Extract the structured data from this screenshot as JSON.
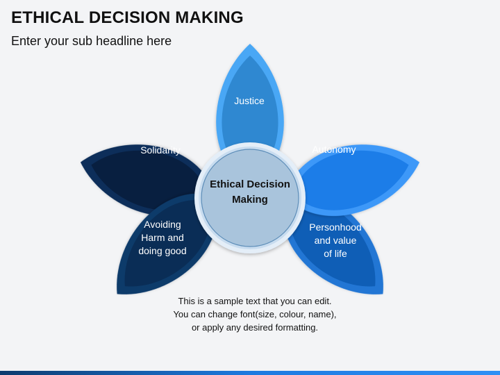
{
  "title": "ETHICAL DECISION MAKING",
  "subtitle": "Enter your sub headline here",
  "center": {
    "lines": [
      "Ethical Decision",
      "Making"
    ],
    "color": "#a9c4dc"
  },
  "petals": [
    {
      "id": "justice",
      "lines": [
        "Justice"
      ],
      "outer": "#4aa7f5",
      "inner": "#2f88d1"
    },
    {
      "id": "autonomy",
      "lines": [
        "Autonomy"
      ],
      "outer": "#3c98f8",
      "inner": "#1c7de8"
    },
    {
      "id": "personhood",
      "lines": [
        "Personhood",
        "and value",
        "of life"
      ],
      "outer": "#2176d4",
      "inner": "#0f5eb6"
    },
    {
      "id": "avoiding-harm",
      "lines": [
        "Avoiding",
        "Harm and",
        "doing good"
      ],
      "outer": "#0f3a6b",
      "inner": "#0a2d56"
    },
    {
      "id": "solidarity",
      "lines": [
        "Solidarity"
      ],
      "outer": "#0c2f5a",
      "inner": "#081f40"
    }
  ],
  "caption": [
    "This is a sample text that you can edit.",
    "You can change font(size, colour, name),",
    "or apply any desired formatting."
  ]
}
